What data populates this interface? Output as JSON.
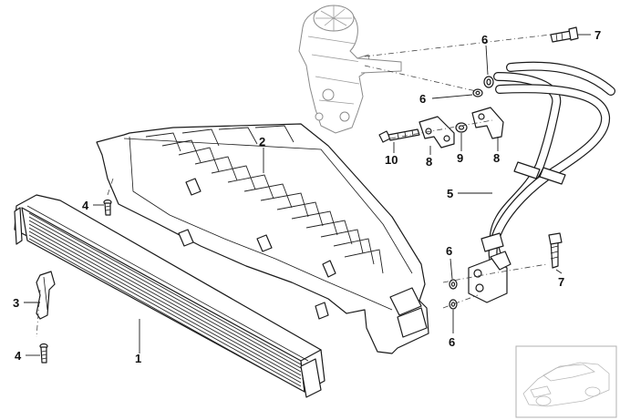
{
  "callouts": {
    "c1": "1",
    "c2": "2",
    "c3": "3",
    "c4a": "4",
    "c4b": "4",
    "c5": "5",
    "c6a": "6",
    "c6b": "6",
    "c6c": "6",
    "c6d": "6",
    "c7a": "7",
    "c7b": "7",
    "c8a": "8",
    "c8b": "8",
    "c9": "9",
    "c10": "10"
  }
}
